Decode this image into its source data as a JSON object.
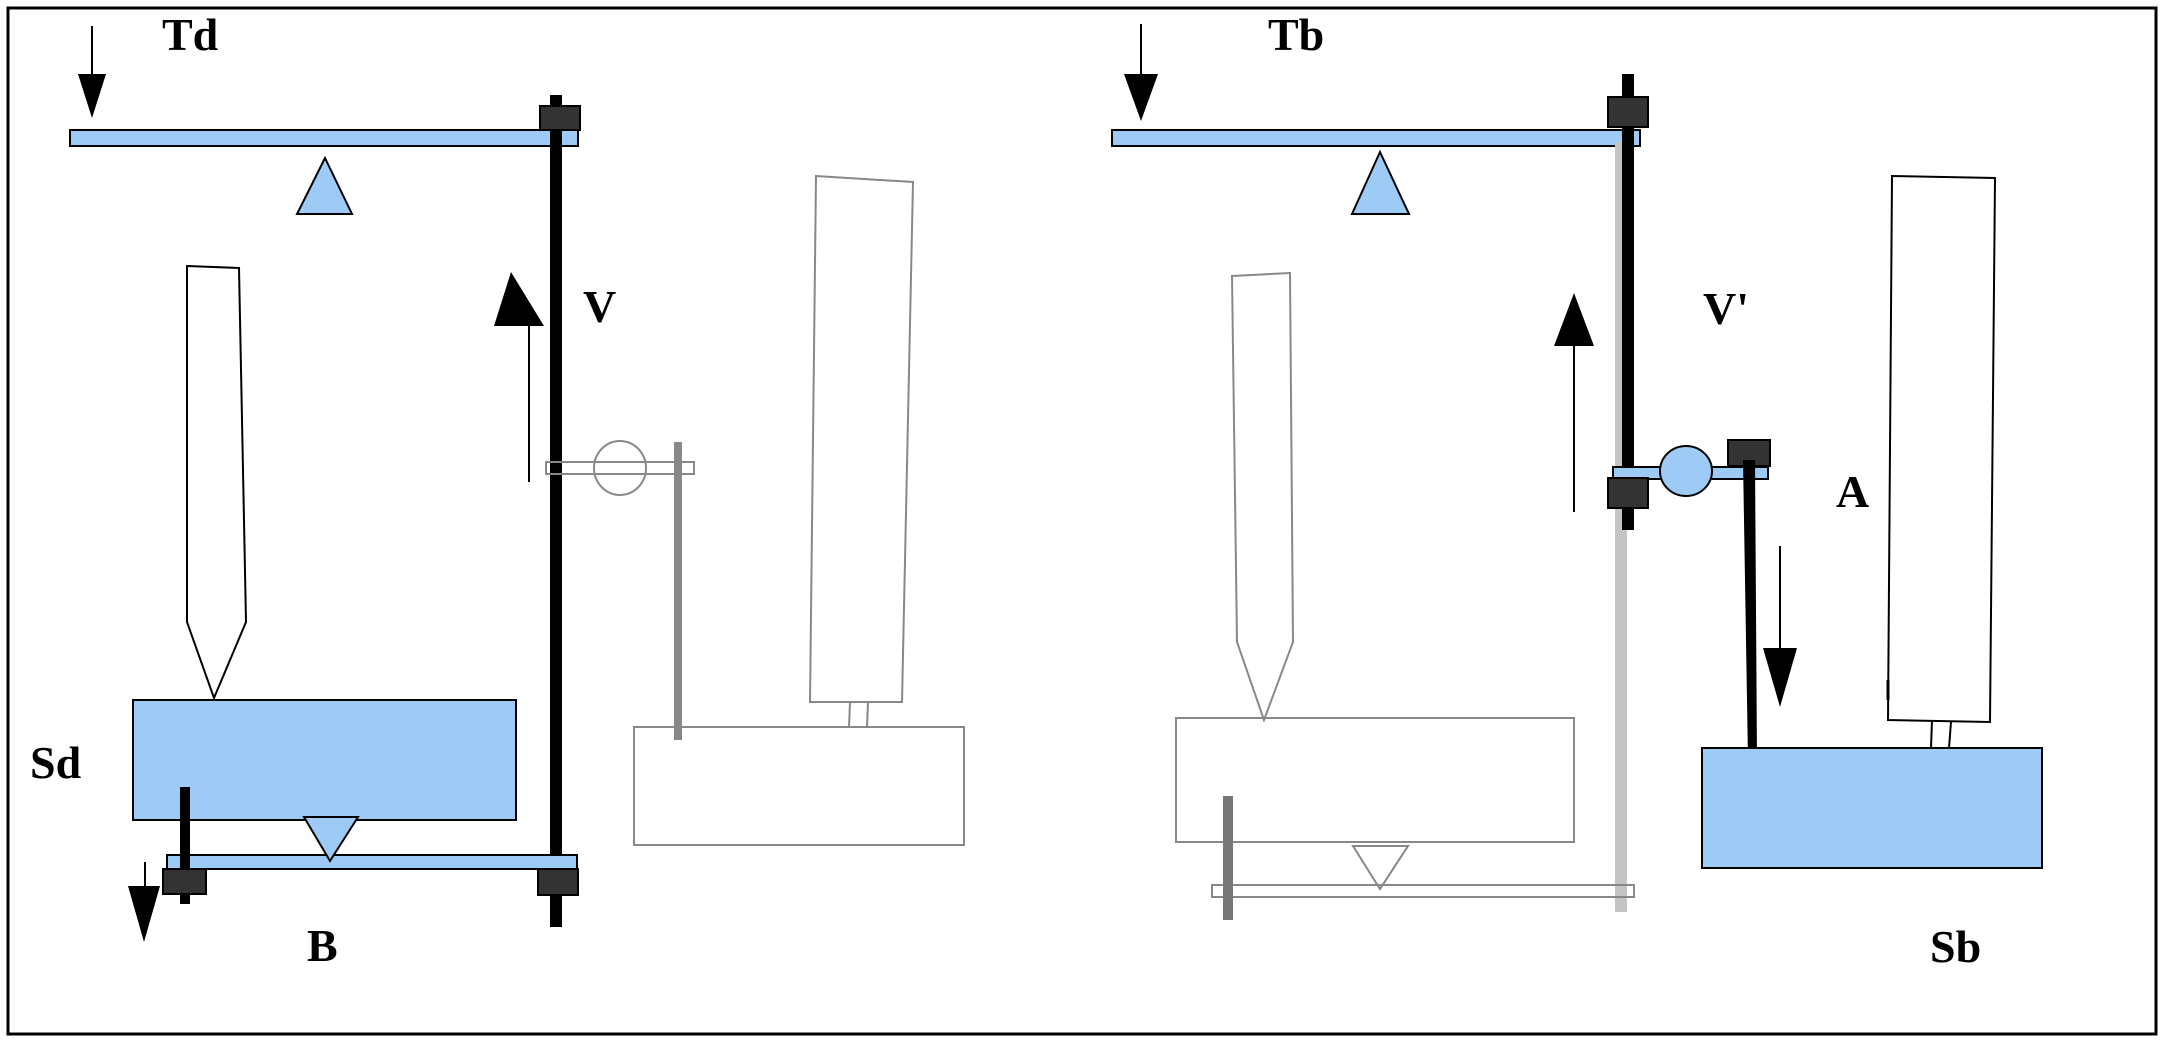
{
  "labels": {
    "td": "Td",
    "tb": "Tb",
    "v": "V",
    "v_prime": "V'",
    "sd": "Sd",
    "b": "B",
    "a": "A",
    "sb": "Sb"
  },
  "colors": {
    "fill": "#9ecbf6",
    "stroke": "#000000",
    "knob": "#333333",
    "ghost": "#999999",
    "ghost_light": "#c4c4c4"
  }
}
